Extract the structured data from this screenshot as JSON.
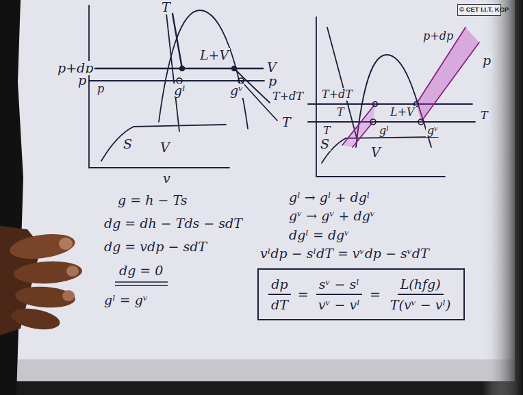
{
  "diagram": {
    "nodes": [
      {
        "text": [
          "© CET I.I.T. KGP"
        ]
      },
      {
        "text": [
          "dp",
          "dT",
          "=",
          "sᵛ − sˡ",
          "vᵛ − vˡ",
          "=",
          "L(hfg)",
          "T(vᵛ − vˡ)"
        ]
      }
    ],
    "labels": [
      "T",
      "p+dp",
      "p",
      "p",
      "L+V",
      "V",
      "p",
      "gˡ",
      "gᵛ",
      "T+dT",
      "T",
      "S",
      "V",
      "v",
      "p+dp",
      "p",
      "T+dT",
      "T",
      "T",
      "T",
      "gˡ",
      "L+V",
      "gᵛ",
      "S",
      "V",
      "g = h − Ts",
      "dg = dh − Tds − sdT",
      "dg = vdp − sdT",
      "dg = 0",
      "gˡ = gᵛ",
      "gˡ → gˡ + dgˡ",
      "gᵛ → gᵛ + dgᵛ",
      "dgˡ = dgᵛ",
      "vˡdp − sˡdT = vᵛdp − sᵛdT"
    ]
  }
}
